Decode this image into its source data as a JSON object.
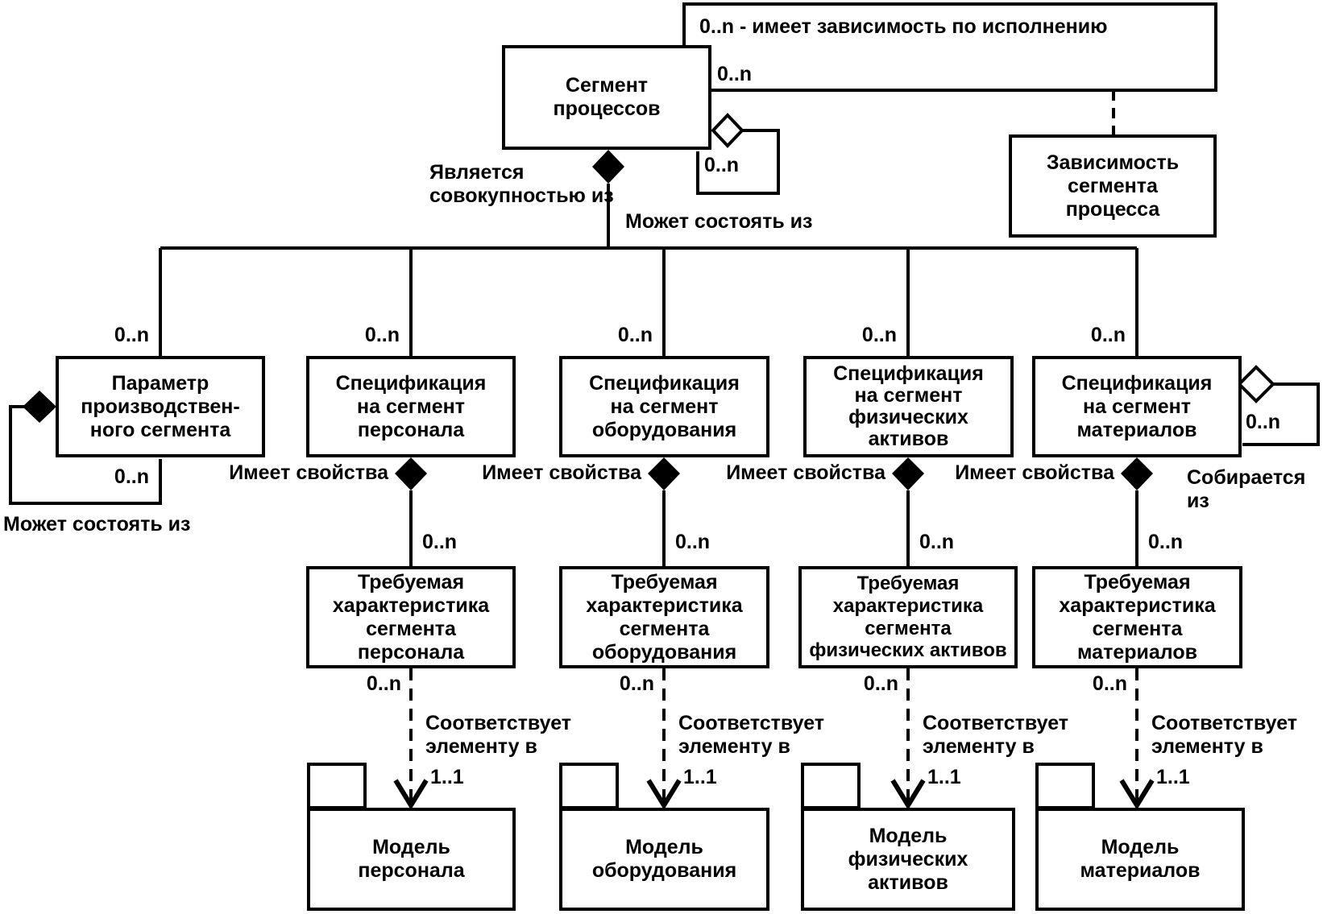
{
  "nodes": {
    "segment_processes": {
      "label": "Сегмент\nпроцессов"
    },
    "process_segment_dependency": {
      "label": "Зависимость\nсегмента\nпроцесса"
    },
    "production_segment_parameter": {
      "label": "Параметр\nпроизводствен-\nного сегмента"
    },
    "personnel_spec": {
      "label": "Спецификация\nна сегмент\nперсонала"
    },
    "equipment_spec": {
      "label": "Спецификация\nна сегмент\nоборудования"
    },
    "physical_assets_spec": {
      "label": "Спецификация\nна сегмент\nфизических\nактивов"
    },
    "material_spec": {
      "label": "Спецификация\nна сегмент\nматериалов"
    },
    "personnel_req_char": {
      "label": "Требуемая\nхарактеристика\nсегмента\nперсонала"
    },
    "equipment_req_char": {
      "label": "Требуемая\nхарактеристика\nсегмента\nоборудования"
    },
    "physical_assets_req_char": {
      "label": "Требуемая\nхарактеристика\nсегмента\nфизических активов"
    },
    "material_req_char": {
      "label": "Требуемая\nхарактеристика\nсегмента\nматериалов"
    },
    "personnel_model": {
      "label": "Модель\nперсонала"
    },
    "equipment_model": {
      "label": "Модель\nоборудования"
    },
    "physical_assets_model": {
      "label": "Модель\nфизических\nактивов"
    },
    "material_model": {
      "label": "Модель\nматериалов"
    }
  },
  "labels": {
    "execution_dependency_note": "0..n - имеет зависимость по исполнению",
    "is_aggregate_of": "Является\nсовокупностью из",
    "may_consist_of": "Может состоять из",
    "has_properties": "Имеет свойства",
    "assembled_from": "Собирается из",
    "corresponds_to_element": "Соответствует\nэлементу в",
    "mult_0n": "0..n",
    "mult_11": "1..1"
  },
  "colors": {
    "line": "#000000",
    "fill": "#ffffff",
    "text": "#000000"
  }
}
